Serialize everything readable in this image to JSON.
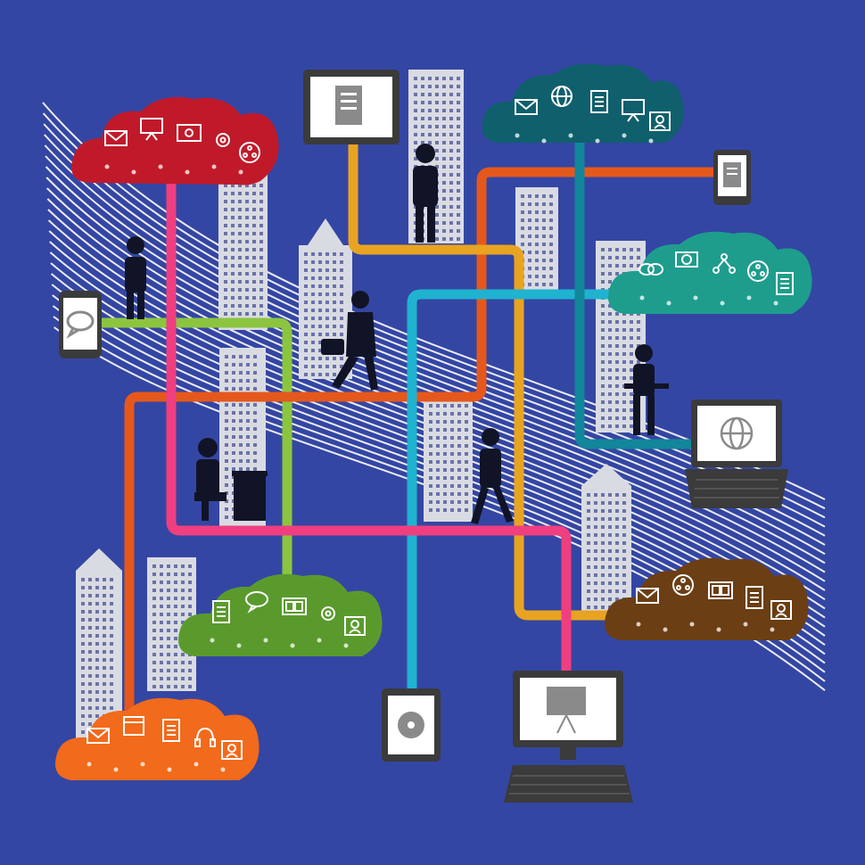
{
  "palette": {
    "background": "#3446a3",
    "stripes": "#ffffff",
    "building": "#d9dbe3",
    "building_window": "#6b72a8",
    "device_frame": "#3b3b3b",
    "device_screen": "#ffffff",
    "silhouette": "#111426",
    "line_pink": "#ef3f80",
    "line_green": "#8bc53f",
    "line_orange": "#e5581c",
    "line_amber": "#e8a320",
    "line_cyan": "#1fb3d0",
    "line_teal": "#12869a",
    "cloud_red": "#c01a2a",
    "cloud_teal_dark": "#0f5f6d",
    "cloud_teal": "#1e9d8d",
    "cloud_green": "#5a9a2d",
    "cloud_brown": "#6b3e14",
    "cloud_orange": "#f26a1b"
  },
  "clouds": [
    {
      "name": "red-cloud",
      "color_key": "cloud_red",
      "icons": [
        "email-icon",
        "presentation-icon",
        "video-icon",
        "gear-icon",
        "film-reel-icon"
      ]
    },
    {
      "name": "dark-teal-cloud",
      "color_key": "cloud_teal_dark",
      "icons": [
        "email-icon",
        "globe-icon",
        "document-icon",
        "presentation-icon",
        "contact-icon"
      ]
    },
    {
      "name": "teal-cloud",
      "color_key": "cloud_teal",
      "icons": [
        "link-icon",
        "camera-icon",
        "network-icon",
        "film-reel-icon",
        "document-icon"
      ]
    },
    {
      "name": "green-cloud",
      "color_key": "cloud_green",
      "icons": [
        "document-icon",
        "chat-icon",
        "photo-gallery-icon",
        "gear-icon",
        "contact-icon"
      ]
    },
    {
      "name": "brown-cloud",
      "color_key": "cloud_brown",
      "icons": [
        "email-icon",
        "film-reel-icon",
        "photo-gallery-icon",
        "document-icon",
        "contact-icon"
      ]
    },
    {
      "name": "orange-cloud",
      "color_key": "cloud_orange",
      "icons": [
        "email-icon",
        "calendar-icon",
        "document-icon",
        "headset-icon",
        "contact-icon"
      ]
    }
  ],
  "devices": [
    {
      "name": "tablet-device",
      "screen_icon": "document-icon"
    },
    {
      "name": "smartphone-device",
      "screen_icon": "chat-icon"
    },
    {
      "name": "ereader-device",
      "screen_icon": "document-icon"
    },
    {
      "name": "laptop-device",
      "screen_icon": "globe-icon"
    },
    {
      "name": "media-player-device",
      "screen_icon": "disc-icon"
    },
    {
      "name": "desktop-computer-device",
      "screen_icon": "presentation-icon"
    }
  ],
  "people": [
    "person-with-phone",
    "person-with-tablet",
    "walking-businesswoman",
    "person-at-desk",
    "walking-person",
    "person-at-laptop"
  ]
}
